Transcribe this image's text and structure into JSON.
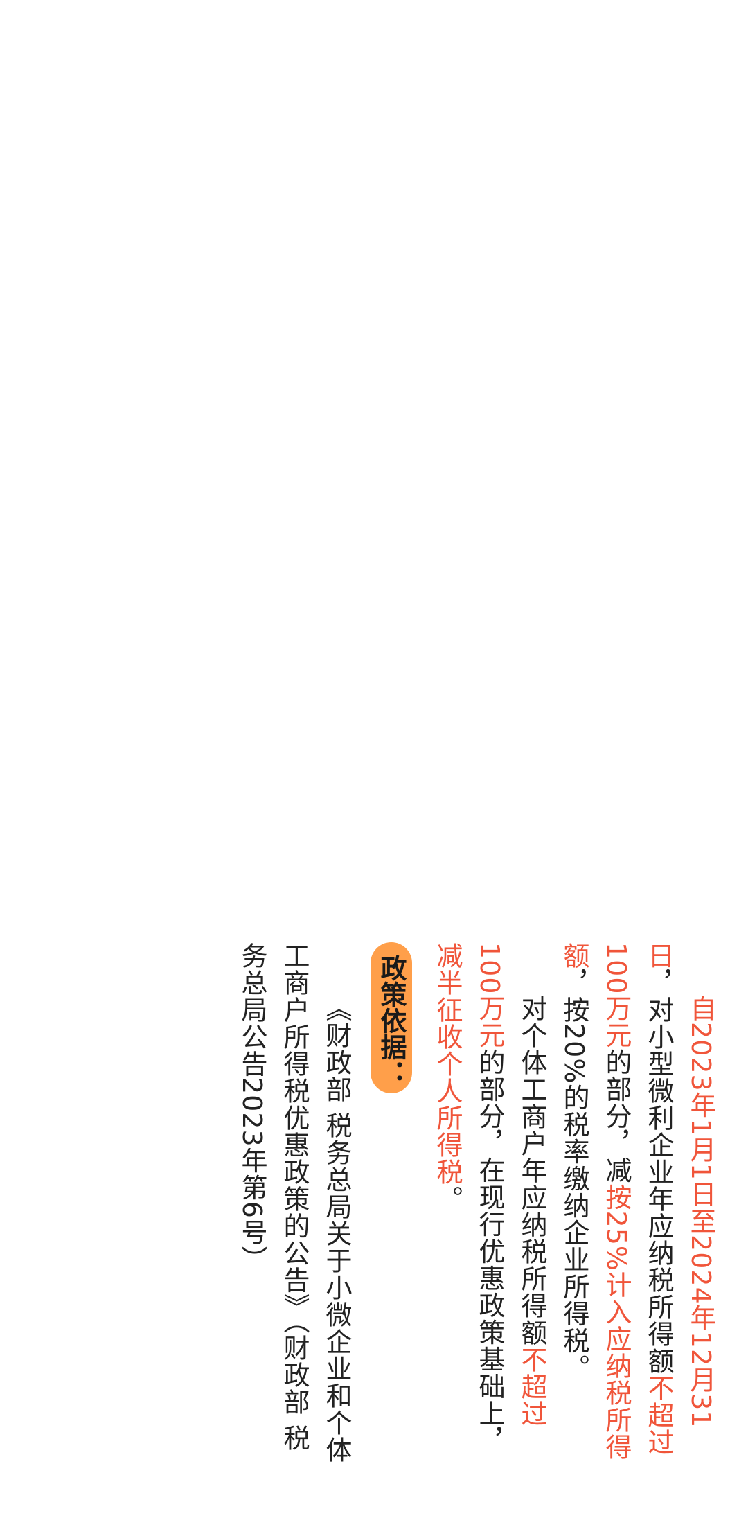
{
  "paragraph1": {
    "s1": "自2023年1月1日至2024年12月31日",
    "s2": "，对小型微利企业年应纳税所得额",
    "s3": "不超过100万元",
    "s4": "的部分，减",
    "s5": "按25%计入应纳税所得额",
    "s6": "，按20%的税率缴纳企业所得税。"
  },
  "paragraph2": {
    "s1": "对个体工商户年应纳税所得额",
    "s2": "不超过100万元",
    "s3": "的部分，在现行优惠政策基础上，",
    "s4": "减半征收个人所得税",
    "s5": "。"
  },
  "heading": {
    "label": "政策依据："
  },
  "paragraph3": {
    "text": "《财政部 税务总局关于小微企业和个体工商户所得税优惠政策的公告》（财政部 税务总局公告2023年第6号）"
  },
  "colors": {
    "highlight": "#f0553a",
    "badge": "#ff9f4a",
    "text": "#222222"
  }
}
